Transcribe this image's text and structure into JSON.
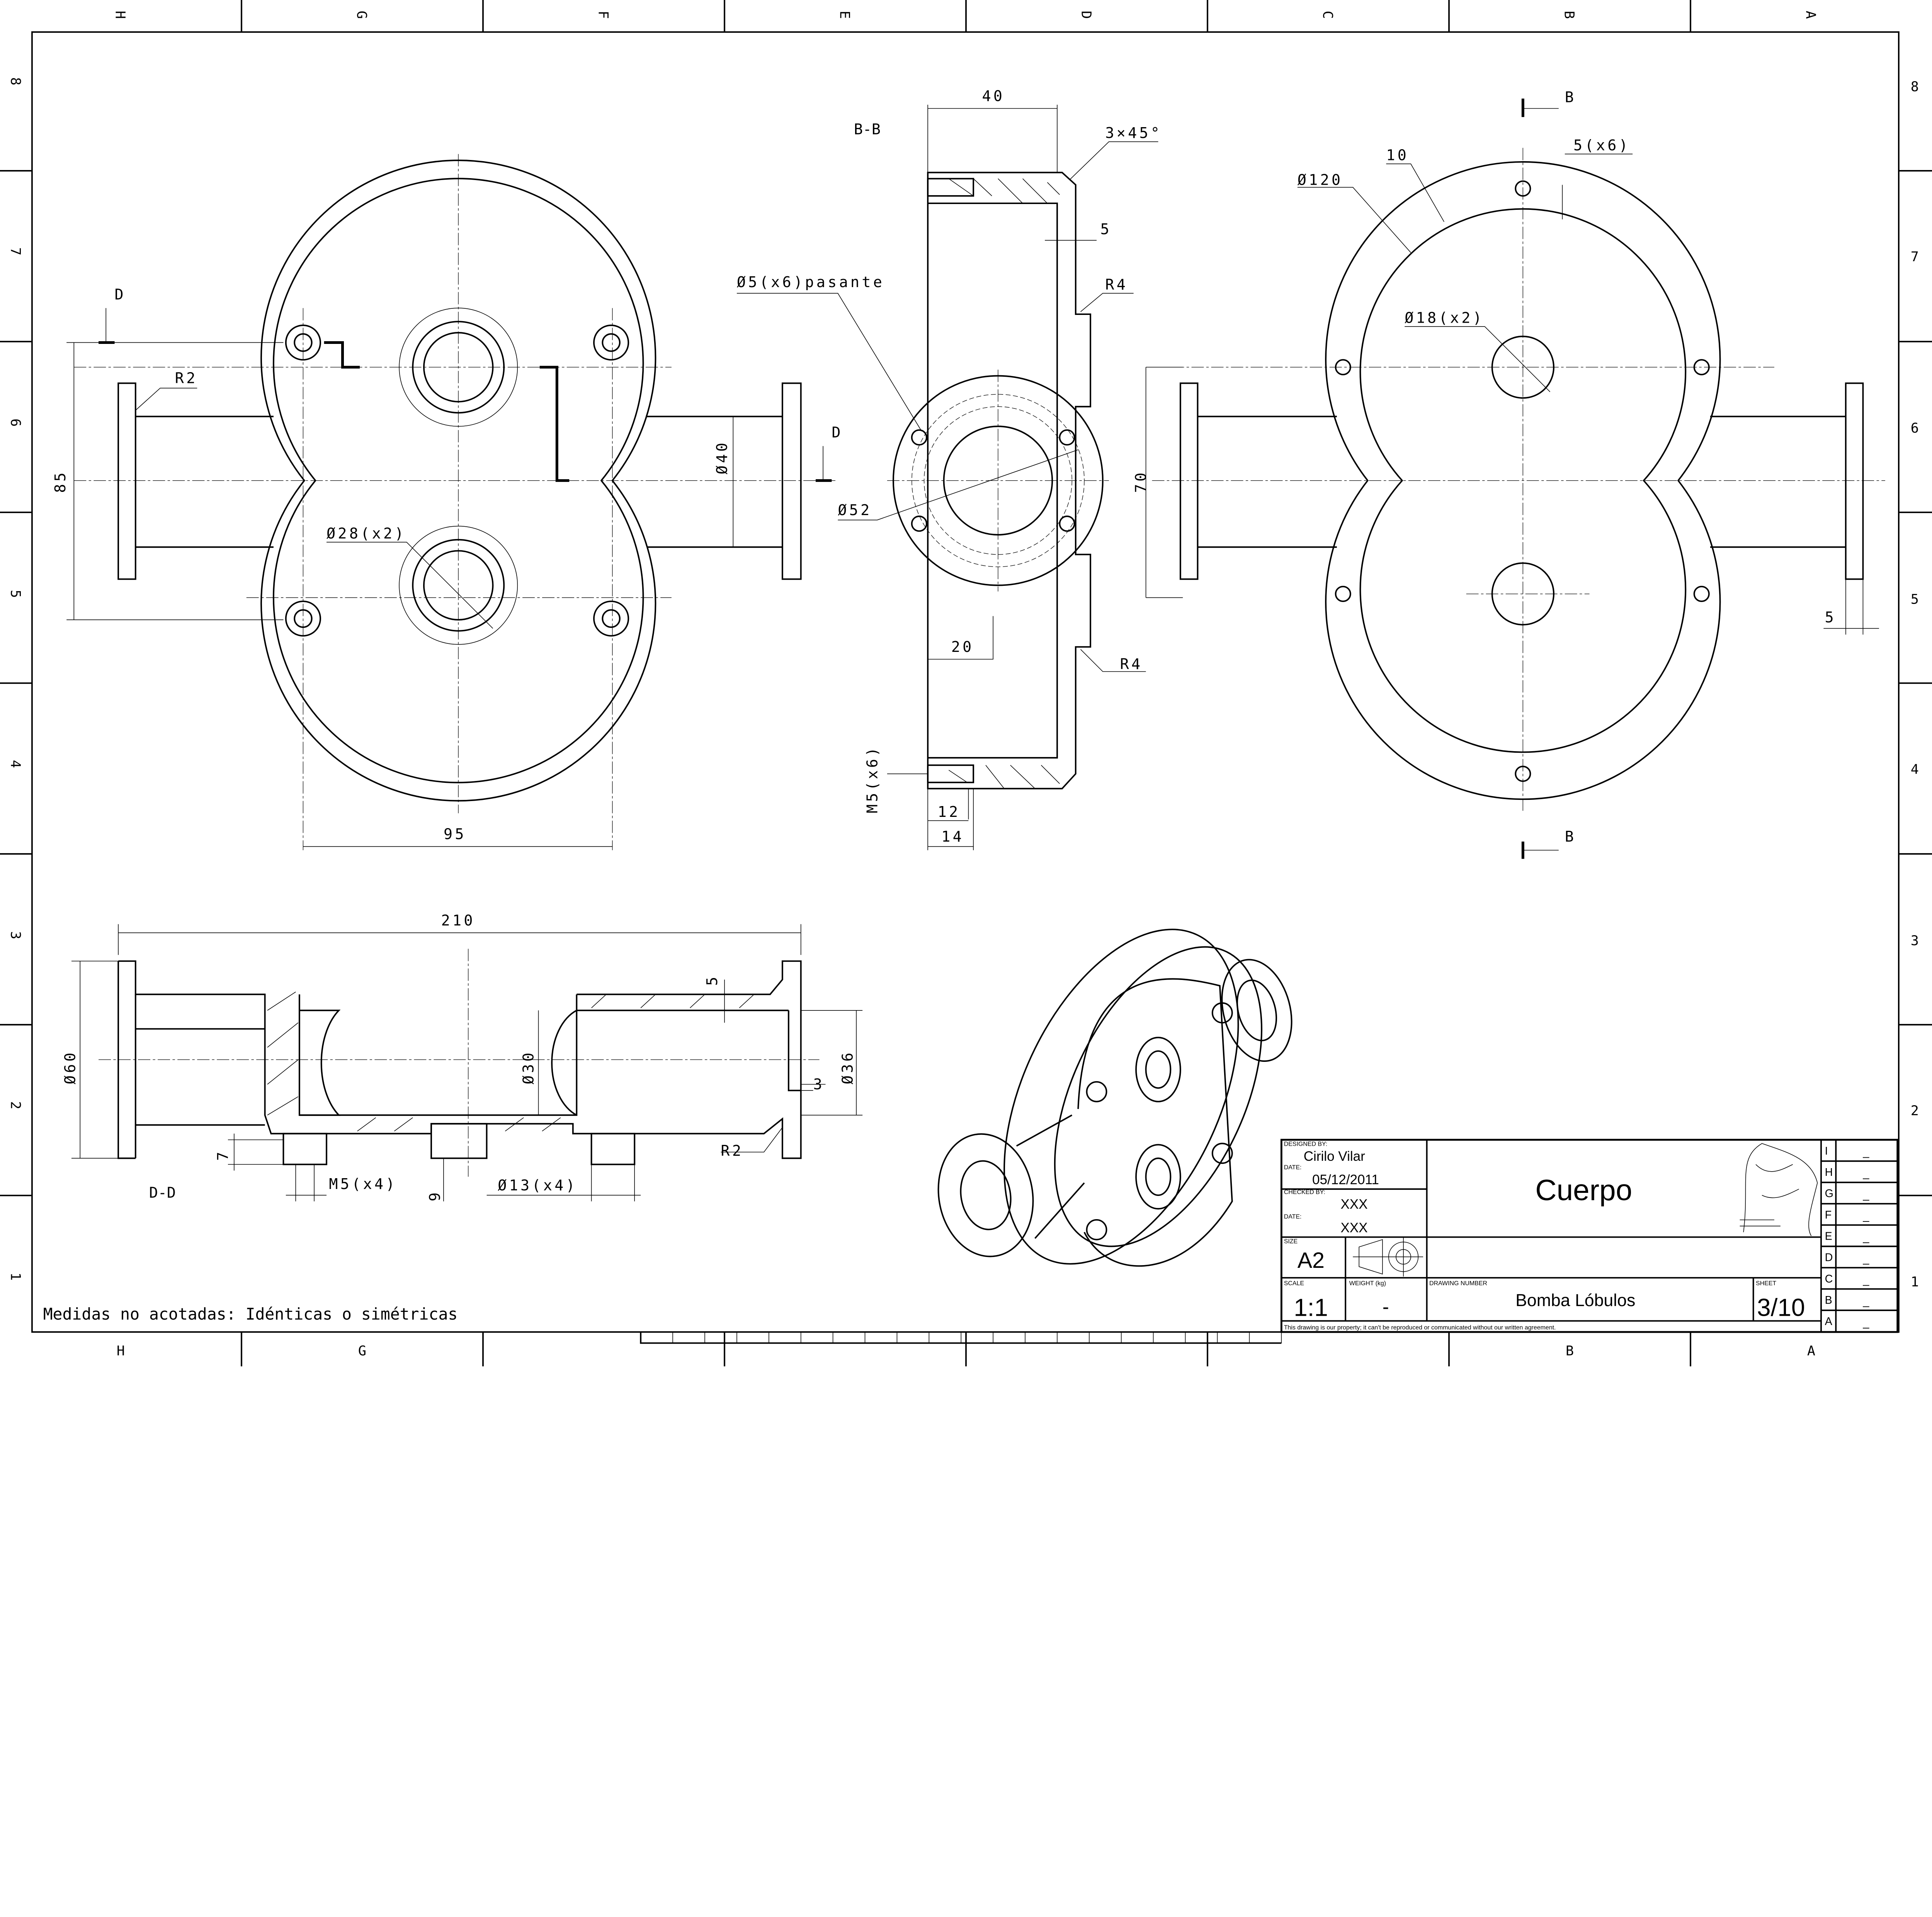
{
  "frame": {
    "columns": [
      "H",
      "G",
      "F",
      "E",
      "D",
      "C",
      "B",
      "A"
    ],
    "rows": [
      "8",
      "7",
      "6",
      "5",
      "4",
      "3",
      "2",
      "1"
    ]
  },
  "views": {
    "section_bb": "B-B",
    "section_dd": "D-D",
    "cut_b": "B",
    "cut_d": "D"
  },
  "dims": {
    "d40top": "40",
    "chamfer": "3×45°",
    "w5": "5",
    "r4a": "R4",
    "r4b": "R4",
    "holes_through": "Ø5(x6)pasante",
    "d52": "Ø52",
    "w20": "20",
    "m5x6": "M5(x6)",
    "w12": "12",
    "w14": "14",
    "r2": "R2",
    "h85": "85",
    "d28": "Ø28(x2)",
    "d40": "Ø40",
    "w95": "95",
    "d120": "Ø120",
    "w10": "10",
    "x5x6": "5(x6)",
    "d18": "Ø18(x2)",
    "h70": "70",
    "f5": "5",
    "l210": "210",
    "dd5": "5",
    "d60": "Ø60",
    "d30": "Ø30",
    "d36": "Ø36",
    "t3": "3",
    "r2b": "R2",
    "h7": "7",
    "m5x4": "M5(x4)",
    "h9": "9",
    "d13": "Ø13(x4)"
  },
  "note": "Medidas no acotadas: Idénticas o simétricas",
  "title_block": {
    "designed_by_label": "DESIGNED BY:",
    "designed_by": "Cirilo Vilar",
    "date_label": "DATE:",
    "date": "05/12/2011",
    "checked_by_label": "CHECKED BY:",
    "checked_by": "XXX",
    "date2_label": "DATE:",
    "date2": "XXX",
    "title": "Cuerpo",
    "size_label": "SIZE",
    "size": "A2",
    "scale_label": "SCALE",
    "scale": "1:1",
    "weight_label": "WEIGHT (kg)",
    "weight": "-",
    "drawing_number_label": "DRAWING NUMBER",
    "drawing_number": "Bomba Lóbulos",
    "sheet_label": "SHEET",
    "sheet": "3/10",
    "disclaimer": "This drawing is our property; it can't be reproduced or communicated without our written agreement.",
    "revisions": [
      {
        "letter": "I",
        "value": "_"
      },
      {
        "letter": "H",
        "value": "_"
      },
      {
        "letter": "G",
        "value": "_"
      },
      {
        "letter": "F",
        "value": "_"
      },
      {
        "letter": "E",
        "value": "_"
      },
      {
        "letter": "D",
        "value": "_"
      },
      {
        "letter": "C",
        "value": "_"
      },
      {
        "letter": "B",
        "value": "_"
      },
      {
        "letter": "A",
        "value": "_"
      }
    ]
  }
}
